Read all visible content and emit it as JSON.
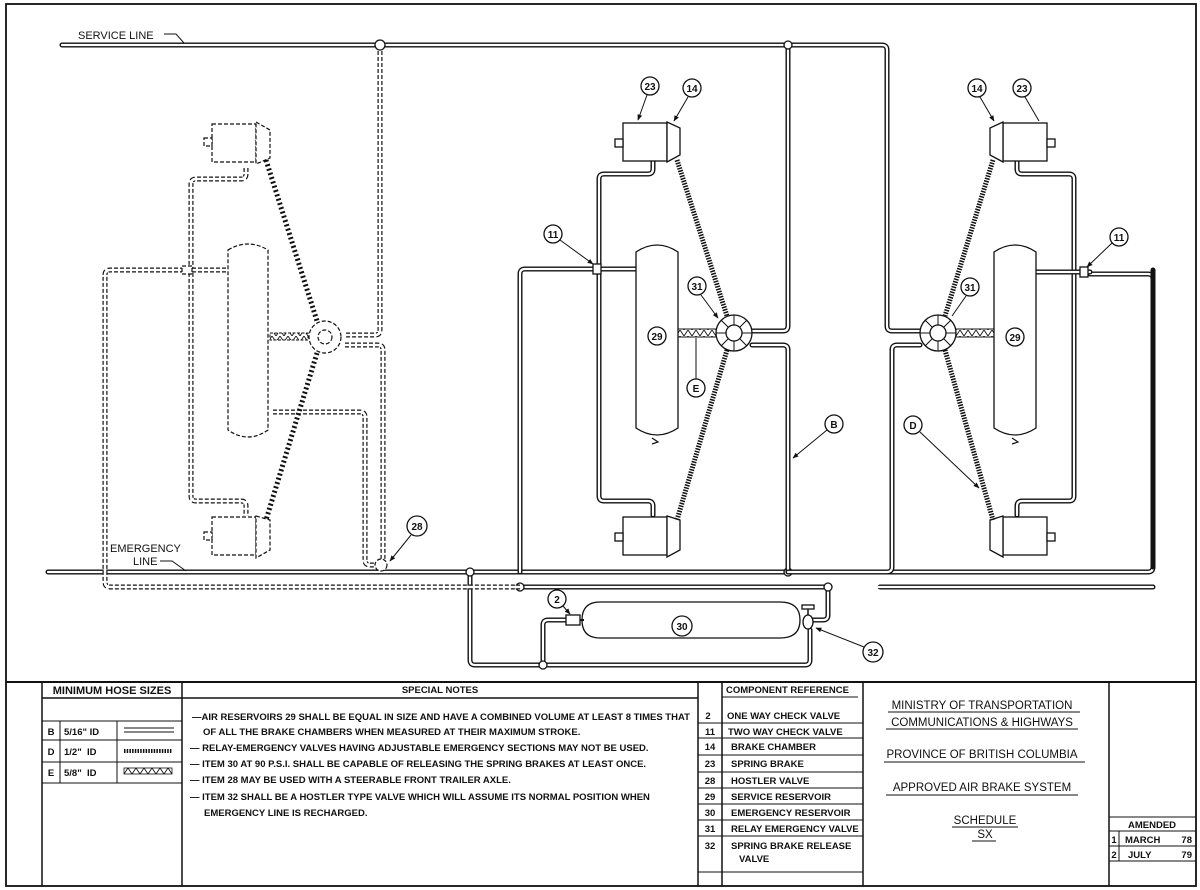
{
  "diagram": {
    "line_labels": {
      "service_line": "SERVICE LINE",
      "emergency_line_1": "EMERGENCY",
      "emergency_line_2": "LINE"
    },
    "balloons": {
      "b23_left": "23",
      "b14_left": "14",
      "b11_left": "11",
      "b31_left": "31",
      "b29_left": "29",
      "bE": "E",
      "bB": "B",
      "b14_right": "14",
      "b23_right": "23",
      "b11_right": "11",
      "b31_right": "31",
      "b29_right": "29",
      "bD": "D",
      "b28": "28",
      "b2": "2",
      "b30": "30",
      "b32": "32"
    }
  },
  "hose_sizes": {
    "title": "MINIMUM HOSE SIZES",
    "rows": [
      {
        "code": "B",
        "size": "5/16\" ID",
        "pattern": "double-line"
      },
      {
        "code": "D",
        "size": "1/2\"  ID",
        "pattern": "coiled"
      },
      {
        "code": "E",
        "size": "5/8\"  ID",
        "pattern": "braided"
      }
    ]
  },
  "special_notes": {
    "title": "SPECIAL NOTES",
    "notes": [
      "—AIR RESERVOIRS 29 SHALL BE EQUAL IN SIZE AND HAVE A COMBINED VOLUME AT LEAST 8 TIMES THAT",
      "OF ALL THE BRAKE CHAMBERS WHEN MEASURED AT THEIR MAXIMUM STROKE.",
      "— RELAY-EMERGENCY VALVES HAVING ADJUSTABLE EMERGENCY SECTIONS MAY NOT BE USED.",
      "— ITEM 30 AT 90 P.S.I. SHALL BE CAPABLE OF RELEASING THE SPRING BRAKES AT LEAST ONCE.",
      "— ITEM 28 MAY BE USED WITH A STEERABLE FRONT TRAILER AXLE.",
      "— ITEM 32 SHALL BE A HOSTLER TYPE VALVE WHICH WILL ASSUME ITS NORMAL POSITION WHEN",
      "EMERGENCY LINE IS RECHARGED."
    ]
  },
  "component_reference": {
    "title": "COMPONENT REFERENCE",
    "items": [
      {
        "num": "2",
        "name": "ONE WAY CHECK VALVE"
      },
      {
        "num": "11",
        "name": "TWO WAY CHECK VALVE"
      },
      {
        "num": "14",
        "name": "BRAKE CHAMBER"
      },
      {
        "num": "23",
        "name": "SPRING BRAKE"
      },
      {
        "num": "28",
        "name": "HOSTLER VALVE"
      },
      {
        "num": "29",
        "name": "SERVICE RESERVOIR"
      },
      {
        "num": "30",
        "name": "EMERGENCY RESERVOIR"
      },
      {
        "num": "31",
        "name": "RELAY EMERGENCY VALVE"
      },
      {
        "num": "32",
        "name": "SPRING BRAKE RELEASE",
        "name2": "VALVE"
      }
    ]
  },
  "title_block": {
    "line1": "MINISTRY OF TRANSPORTATION",
    "line2": "COMMUNICATIONS & HIGHWAYS",
    "line3": "PROVINCE OF BRITISH COLUMBIA",
    "line4": "APPROVED AIR BRAKE SYSTEM",
    "schedule": "SCHEDULE",
    "schedule_id": "SX"
  },
  "amendments": {
    "title": "AMENDED",
    "rows": [
      {
        "num": "1",
        "month": "MARCH",
        "year": "78"
      },
      {
        "num": "2",
        "month": "JULY",
        "year": "79"
      }
    ]
  }
}
